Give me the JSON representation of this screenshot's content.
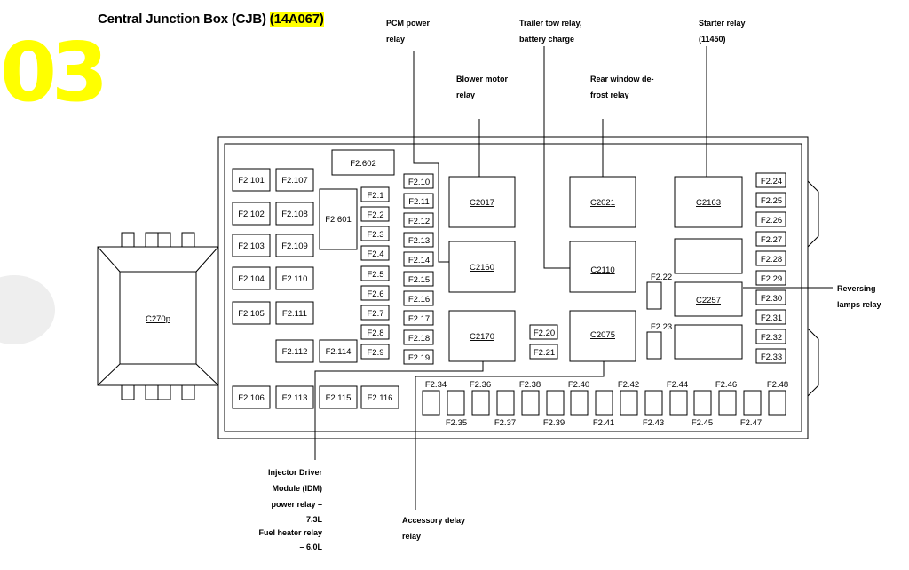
{
  "title": {
    "text": "Central Junction Box (CJB) ",
    "code": "(14A067)"
  },
  "page_number": "03",
  "callouts": {
    "pcm": [
      "PCM power",
      "relay"
    ],
    "trailer": [
      "Trailer tow relay,",
      "battery charge"
    ],
    "starter": [
      "Starter relay",
      "(11450)"
    ],
    "blower": [
      "Blower motor",
      "relay"
    ],
    "rear": [
      "Rear window de-",
      "frost relay"
    ],
    "reversing": [
      "Reversing",
      "lamps relay"
    ],
    "injector": [
      "Injector Driver",
      "Module (IDM)",
      "power relay –",
      "7.3L",
      "Fuel heater relay",
      "– 6.0L"
    ],
    "accessory": [
      "Accessory delay",
      "relay"
    ]
  },
  "connector": "C270p",
  "relays": {
    "c2017": "C2017",
    "c2160": "C2160",
    "c2170": "C2170",
    "c2021": "C2021",
    "c2110": "C2110",
    "c2075": "C2075",
    "c2163": "C2163",
    "c2257": "C2257"
  },
  "fuses": {
    "f2_602": "F2.602",
    "f2_601": "F2.601",
    "f2_101": "F2.101",
    "f2_102": "F2.102",
    "f2_103": "F2.103",
    "f2_104": "F2.104",
    "f2_105": "F2.105",
    "f2_106": "F2.106",
    "f2_107": "F2.107",
    "f2_108": "F2.108",
    "f2_109": "F2.109",
    "f2_110": "F2.110",
    "f2_111": "F2.111",
    "f2_112": "F2.112",
    "f2_113": "F2.113",
    "f2_114": "F2.114",
    "f2_115": "F2.115",
    "f2_116": "F2.116",
    "f2_1": "F2.1",
    "f2_2": "F2.2",
    "f2_3": "F2.3",
    "f2_4": "F2.4",
    "f2_5": "F2.5",
    "f2_6": "F2.6",
    "f2_7": "F2.7",
    "f2_8": "F2.8",
    "f2_9": "F2.9",
    "f2_10": "F2.10",
    "f2_11": "F2.11",
    "f2_12": "F2.12",
    "f2_13": "F2.13",
    "f2_14": "F2.14",
    "f2_15": "F2.15",
    "f2_16": "F2.16",
    "f2_17": "F2.17",
    "f2_18": "F2.18",
    "f2_19": "F2.19",
    "f2_20": "F2.20",
    "f2_21": "F2.21",
    "f2_22": "F2.22",
    "f2_23": "F2.23",
    "f2_24": "F2.24",
    "f2_25": "F2.25",
    "f2_26": "F2.26",
    "f2_27": "F2.27",
    "f2_28": "F2.28",
    "f2_29": "F2.29",
    "f2_30": "F2.30",
    "f2_31": "F2.31",
    "f2_32": "F2.32",
    "f2_33": "F2.33",
    "f2_34": "F2.34",
    "f2_35": "F2.35",
    "f2_36": "F2.36",
    "f2_37": "F2.37",
    "f2_38": "F2.38",
    "f2_39": "F2.39",
    "f2_40": "F2.40",
    "f2_41": "F2.41",
    "f2_42": "F2.42",
    "f2_43": "F2.43",
    "f2_44": "F2.44",
    "f2_45": "F2.45",
    "f2_46": "F2.46",
    "f2_47": "F2.47",
    "f2_48": "F2.48"
  }
}
